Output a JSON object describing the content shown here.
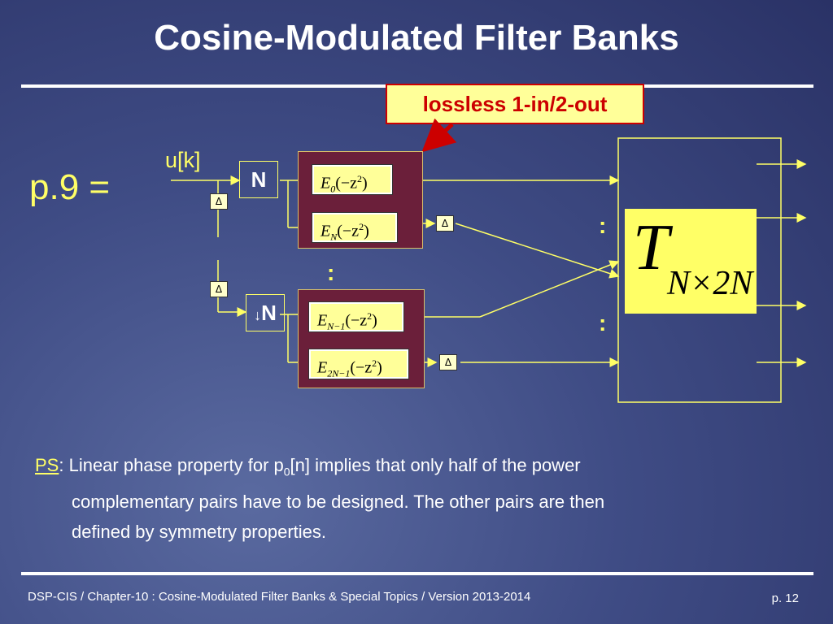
{
  "slide": {
    "title": "Cosine-Modulated Filter Banks",
    "callout": "lossless 1-in/2-out",
    "formula_prefix": "p.9 =",
    "input_label": "u[k]"
  },
  "diagram": {
    "decimator_top": "N",
    "decimator_bottom": "N",
    "delay_symbol": "Δ",
    "filters": [
      {
        "base": "E",
        "sub": "0",
        "arg": "(−z",
        "pow": "2",
        "close": ")"
      },
      {
        "base": "E",
        "sub": "N",
        "arg": "(−z",
        "pow": "2",
        "close": ")"
      },
      {
        "base": "E",
        "sub": "N−1",
        "arg": "(−z",
        "pow": "2",
        "close": ")"
      },
      {
        "base": "E",
        "sub": "2N−1",
        "arg": "(−z",
        "pow": "2",
        "close": ")"
      }
    ],
    "matrix_symbol": "T",
    "matrix_subscript": "N×2N",
    "ellipsis": ":"
  },
  "note": {
    "label": "PS",
    "line1": ": Linear phase property for p",
    "sub": "0",
    "line1b": "[n] implies that only half of the power",
    "line2": "complementary pairs have to be designed. The other pairs are then",
    "line3": "defined by symmetry properties."
  },
  "footer": {
    "text": "DSP-CIS  /  Chapter-10 : Cosine-Modulated Filter Banks & Special Topics  /  Version 2013-2014",
    "page": "p. 12"
  },
  "colors": {
    "accent_yellow": "#ffff66",
    "callout_red": "#cc0000",
    "bank_fill": "#6b1f3a"
  }
}
